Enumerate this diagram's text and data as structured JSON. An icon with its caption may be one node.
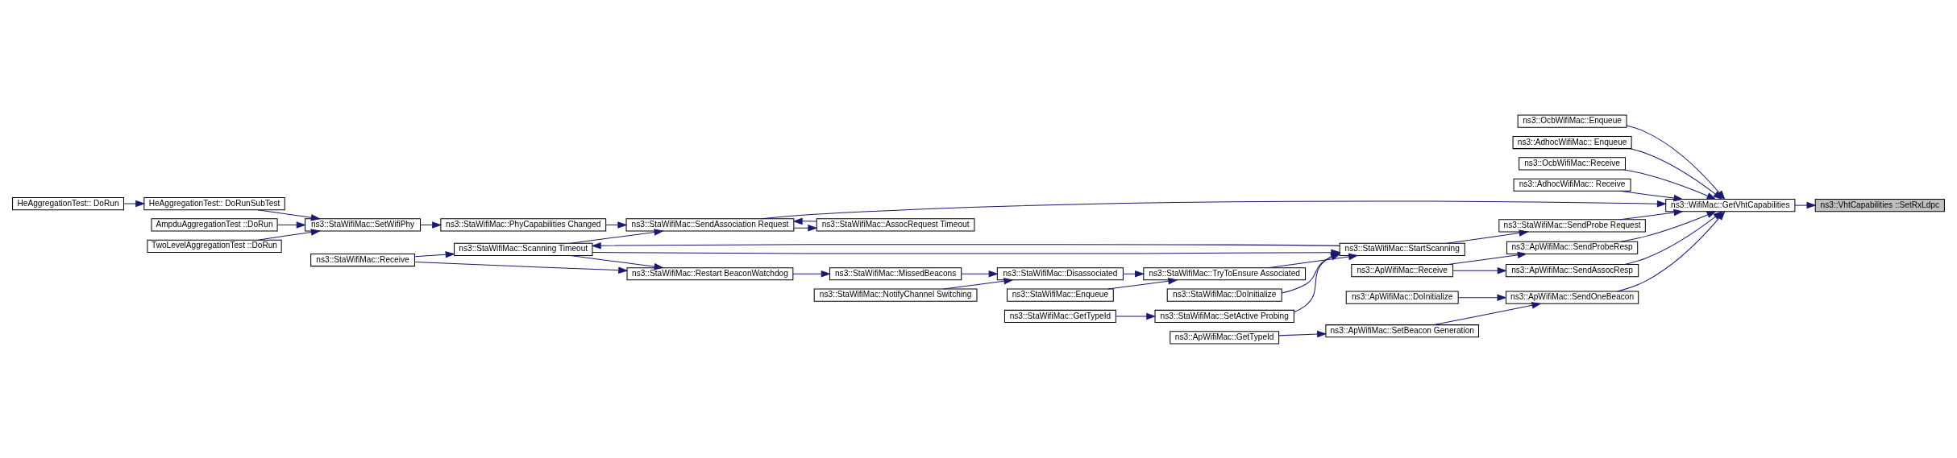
{
  "diagram": {
    "nodes": [
      {
        "text": [
          "ns3::VhtCapabilities ::SetRxLdpc"
        ]
      },
      {
        "text": [
          "ns3::WifiMac::GetVhtCapabilities"
        ]
      },
      {
        "text": [
          "ns3::OcbWifiMac::Enqueue"
        ]
      },
      {
        "text": [
          "ns3::AdhocWifiMac:: Enqueue"
        ]
      },
      {
        "text": [
          "ns3::OcbWifiMac::Receive"
        ]
      },
      {
        "text": [
          "ns3::AdhocWifiMac:: Receive"
        ]
      },
      {
        "text": [
          "ns3::StaWifiMac::SendAssociation Request"
        ]
      },
      {
        "text": [
          "ns3::ApWifiMac::SendProbeResp"
        ]
      },
      {
        "text": [
          "ns3::ApWifiMac::SendAssocResp"
        ]
      },
      {
        "text": [
          "ns3::StaWifiMac::SendProbe Request"
        ]
      },
      {
        "text": [
          "ns3::ApWifiMac::SendOneBeacon"
        ]
      },
      {
        "text": [
          "ns3::StaWifiMac::PhyCapabilities Changed"
        ]
      },
      {
        "text": [
          "ns3::StaWifiMac::AssocRequest Timeout"
        ]
      },
      {
        "text": [
          "ns3::StaWifiMac::Scanning Timeout"
        ]
      },
      {
        "text": [
          "ns3::ApWifiMac::Receive"
        ]
      },
      {
        "text": [
          "ns3::StaWifiMac::StartScanning"
        ]
      },
      {
        "text": [
          "ns3::ApWifiMac::DoInitialize"
        ]
      },
      {
        "text": [
          "ns3::ApWifiMac::SetBeacon Generation"
        ]
      },
      {
        "text": [
          "ns3::StaWifiMac::SetWifiPhy"
        ]
      },
      {
        "text": [
          "ns3::StaWifiMac::Receive"
        ]
      },
      {
        "text": [
          "ns3::StaWifiMac::Restart BeaconWatchdog"
        ]
      },
      {
        "text": [
          "ns3::StaWifiMac::TryToEnsure Associated"
        ]
      },
      {
        "text": [
          "ns3::StaWifiMac::DoInitialize"
        ]
      },
      {
        "text": [
          "ns3::StaWifiMac::SetActive Probing"
        ]
      },
      {
        "text": [
          "ns3::ApWifiMac::GetTypeId"
        ]
      },
      {
        "text": [
          "HeAggregationTest:: DoRunSubTest"
        ]
      },
      {
        "text": [
          "AmpduAggregationTest ::DoRun"
        ]
      },
      {
        "text": [
          "TwoLevelAggregationTest ::DoRun"
        ]
      },
      {
        "text": [
          "HeAggregationTest:: DoRun"
        ]
      },
      {
        "text": [
          "ns3::StaWifiMac::MissedBeacons"
        ]
      },
      {
        "text": [
          "ns3::StaWifiMac::Disassociated"
        ]
      },
      {
        "text": [
          "ns3::StaWifiMac::NotifyChannel Switching"
        ]
      },
      {
        "text": [
          "ns3::StaWifiMac::Enqueue"
        ]
      },
      {
        "text": [
          "ns3::StaWifiMac::GetTypeId"
        ]
      }
    ],
    "edges": [
      {
        "from": 1,
        "to": 0,
        "arrow": "to"
      },
      {
        "from": 2,
        "to": 1,
        "arrow": "to"
      },
      {
        "from": 3,
        "to": 1,
        "arrow": "to"
      },
      {
        "from": 4,
        "to": 1,
        "arrow": "to"
      },
      {
        "from": 5,
        "to": 1,
        "arrow": "to"
      },
      {
        "from": 6,
        "to": 1,
        "arrow": "to"
      },
      {
        "from": 7,
        "to": 1,
        "arrow": "to"
      },
      {
        "from": 8,
        "to": 1,
        "arrow": "to"
      },
      {
        "from": 9,
        "to": 1,
        "arrow": "to"
      },
      {
        "from": 10,
        "to": 1,
        "arrow": "to"
      },
      {
        "from": 11,
        "to": 6,
        "arrow": "to"
      },
      {
        "from": 6,
        "to": 12,
        "arrow": "to"
      },
      {
        "from": 12,
        "to": 6,
        "arrow": "to"
      },
      {
        "from": 13,
        "to": 6,
        "arrow": "to"
      },
      {
        "from": 14,
        "to": 7,
        "arrow": "to"
      },
      {
        "from": 14,
        "to": 8,
        "arrow": "to"
      },
      {
        "from": 15,
        "to": 9,
        "arrow": "to"
      },
      {
        "from": 15,
        "to": 13,
        "arrow": "to"
      },
      {
        "from": 13,
        "to": 15,
        "arrow": "to"
      },
      {
        "from": 16,
        "to": 10,
        "arrow": "to"
      },
      {
        "from": 17,
        "to": 10,
        "arrow": "to"
      },
      {
        "from": 18,
        "to": 11,
        "arrow": "to"
      },
      {
        "from": 19,
        "to": 13,
        "arrow": "to"
      },
      {
        "from": 13,
        "to": 20,
        "arrow": "to"
      },
      {
        "from": 19,
        "to": 20,
        "arrow": "to"
      },
      {
        "from": 20,
        "to": 29,
        "arrow": "to"
      },
      {
        "from": 29,
        "to": 30,
        "arrow": "to"
      },
      {
        "from": 31,
        "to": 30,
        "arrow": "to"
      },
      {
        "from": 30,
        "to": 21,
        "arrow": "to"
      },
      {
        "from": 32,
        "to": 21,
        "arrow": "to"
      },
      {
        "from": 21,
        "to": 15,
        "arrow": "to"
      },
      {
        "from": 22,
        "to": 15,
        "arrow": "to"
      },
      {
        "from": 23,
        "to": 15,
        "arrow": "to"
      },
      {
        "from": 33,
        "to": 23,
        "arrow": "to"
      },
      {
        "from": 24,
        "to": 17,
        "arrow": "to"
      },
      {
        "from": 25,
        "to": 18,
        "arrow": "to"
      },
      {
        "from": 26,
        "to": 18,
        "arrow": "to"
      },
      {
        "from": 27,
        "to": 18,
        "arrow": "to"
      },
      {
        "from": 28,
        "to": 25,
        "arrow": "to"
      }
    ]
  }
}
